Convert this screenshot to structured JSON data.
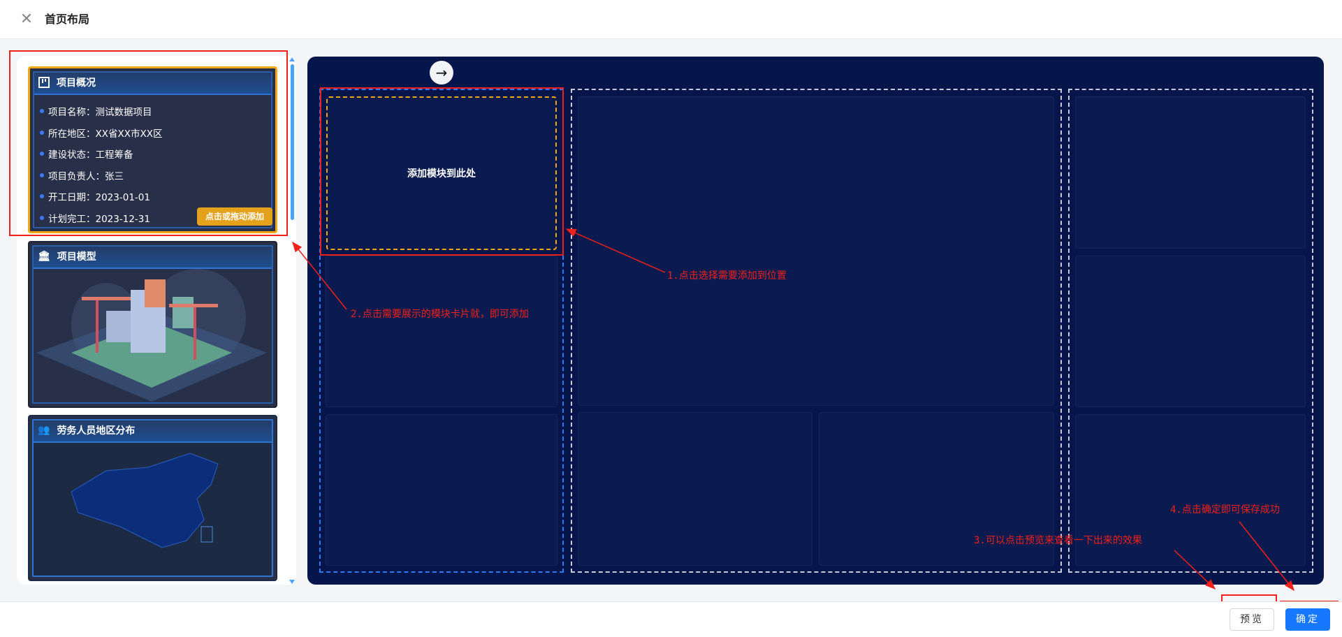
{
  "header": {
    "title": "首页布局",
    "close_icon": "close-icon"
  },
  "cards": [
    {
      "title": "项目概况",
      "icon": "kanban-icon",
      "rows": [
        "项目名称：测试数据项目",
        "所在地区：XX省XX市XX区",
        "建设状态：工程筹备",
        "项目负责人：张三",
        "开工日期：2023-01-01",
        "计划完工：2023-12-31"
      ],
      "add_button": "点击或拖动添加"
    },
    {
      "title": "项目模型",
      "icon": "bank-icon"
    },
    {
      "title": "劳务人员地区分布",
      "icon": "users-icon"
    }
  ],
  "canvas": {
    "slot_placeholder": "添加模块到此处",
    "next_icon": "arrow-right-icon"
  },
  "annotations": {
    "step1": "1.点击选择需要添加到位置",
    "step2": "2.点击需要展示的模块卡片就，即可添加",
    "step3": "3.可以点击预览来查看一下出来的效果",
    "step4": "4.点击确定即可保存成功"
  },
  "footer": {
    "preview": "预览",
    "confirm": "确定"
  },
  "colors": {
    "accent": "#1677ff",
    "canvas": "#06154a",
    "highlight": "#f2a815",
    "annotation": "#f0201a"
  }
}
